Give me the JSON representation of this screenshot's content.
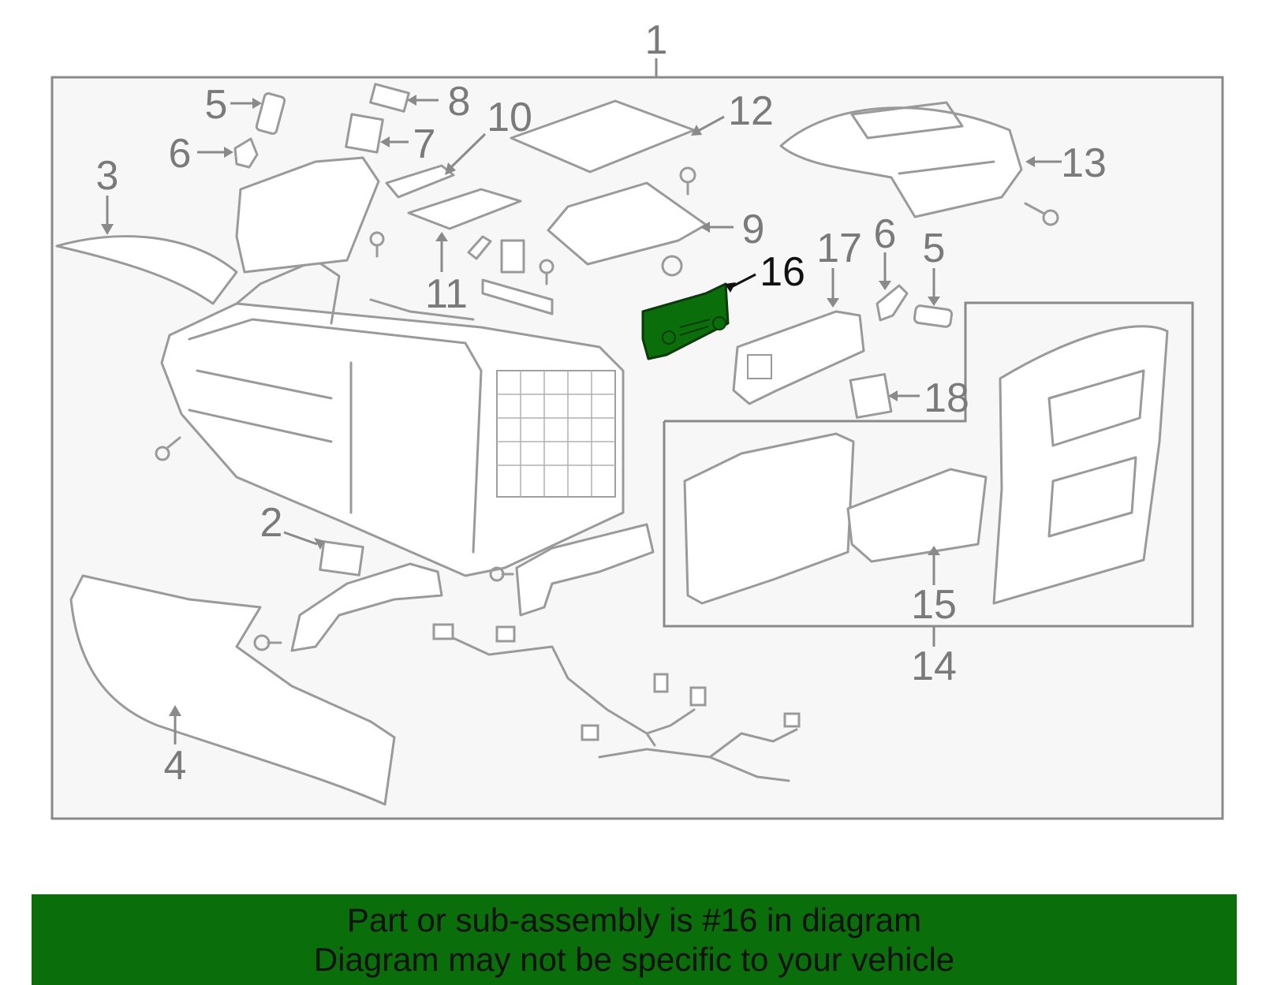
{
  "callouts": {
    "c1": "1",
    "c2": "2",
    "c3": "3",
    "c4": "4",
    "c5a": "5",
    "c5b": "5",
    "c6a": "6",
    "c6b": "6",
    "c7": "7",
    "c8": "8",
    "c9": "9",
    "c10": "10",
    "c11": "11",
    "c12": "12",
    "c13": "13",
    "c14": "14",
    "c15": "15",
    "c16": "16",
    "c17": "17",
    "c18": "18"
  },
  "highlight": {
    "part_number": "16",
    "color": "#0a6e0a"
  },
  "banner": {
    "line1": "Part or sub-assembly is #16 in diagram",
    "line2": "Diagram may not be specific to your vehicle",
    "background": "#0a6e0a"
  }
}
